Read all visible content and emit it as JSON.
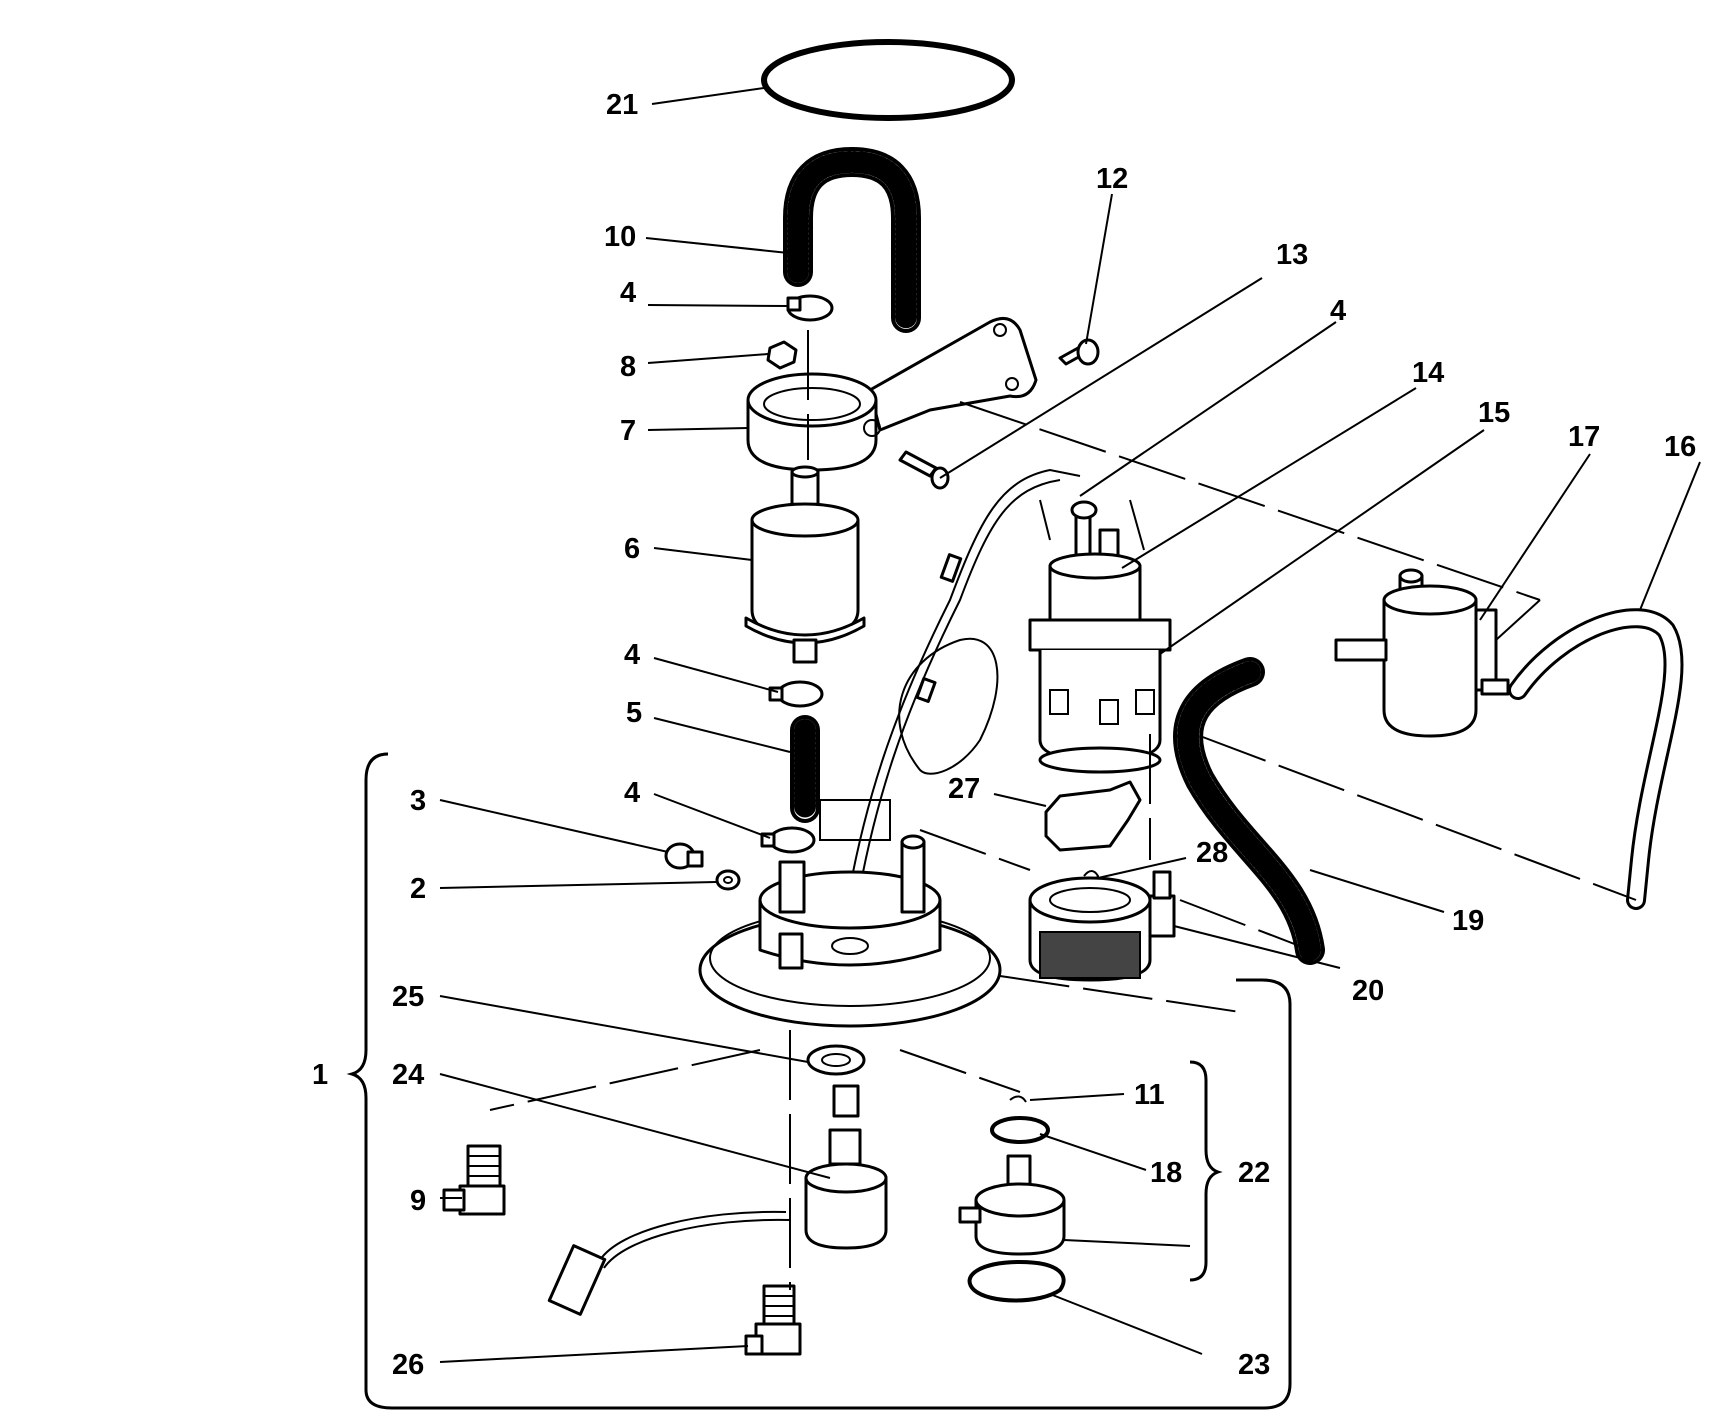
{
  "callouts": [
    {
      "id": "c21",
      "label": "21"
    },
    {
      "id": "c12",
      "label": "12"
    },
    {
      "id": "c10",
      "label": "10"
    },
    {
      "id": "c13",
      "label": "13"
    },
    {
      "id": "c4a",
      "label": "4"
    },
    {
      "id": "c4b",
      "label": "4"
    },
    {
      "id": "c8",
      "label": "8"
    },
    {
      "id": "c14",
      "label": "14"
    },
    {
      "id": "c7",
      "label": "7"
    },
    {
      "id": "c15",
      "label": "15"
    },
    {
      "id": "c17",
      "label": "17"
    },
    {
      "id": "c16",
      "label": "16"
    },
    {
      "id": "c6",
      "label": "6"
    },
    {
      "id": "c4c",
      "label": "4"
    },
    {
      "id": "c5",
      "label": "5"
    },
    {
      "id": "c27",
      "label": "27"
    },
    {
      "id": "c4d",
      "label": "4"
    },
    {
      "id": "c3",
      "label": "3"
    },
    {
      "id": "c28",
      "label": "28"
    },
    {
      "id": "c2",
      "label": "2"
    },
    {
      "id": "c19",
      "label": "19"
    },
    {
      "id": "c20",
      "label": "20"
    },
    {
      "id": "c25",
      "label": "25"
    },
    {
      "id": "c1",
      "label": "1"
    },
    {
      "id": "c24",
      "label": "24"
    },
    {
      "id": "c11",
      "label": "11"
    },
    {
      "id": "c18",
      "label": "18"
    },
    {
      "id": "c22",
      "label": "22"
    },
    {
      "id": "c9",
      "label": "9"
    },
    {
      "id": "c26",
      "label": "26"
    },
    {
      "id": "c23",
      "label": "23"
    }
  ]
}
